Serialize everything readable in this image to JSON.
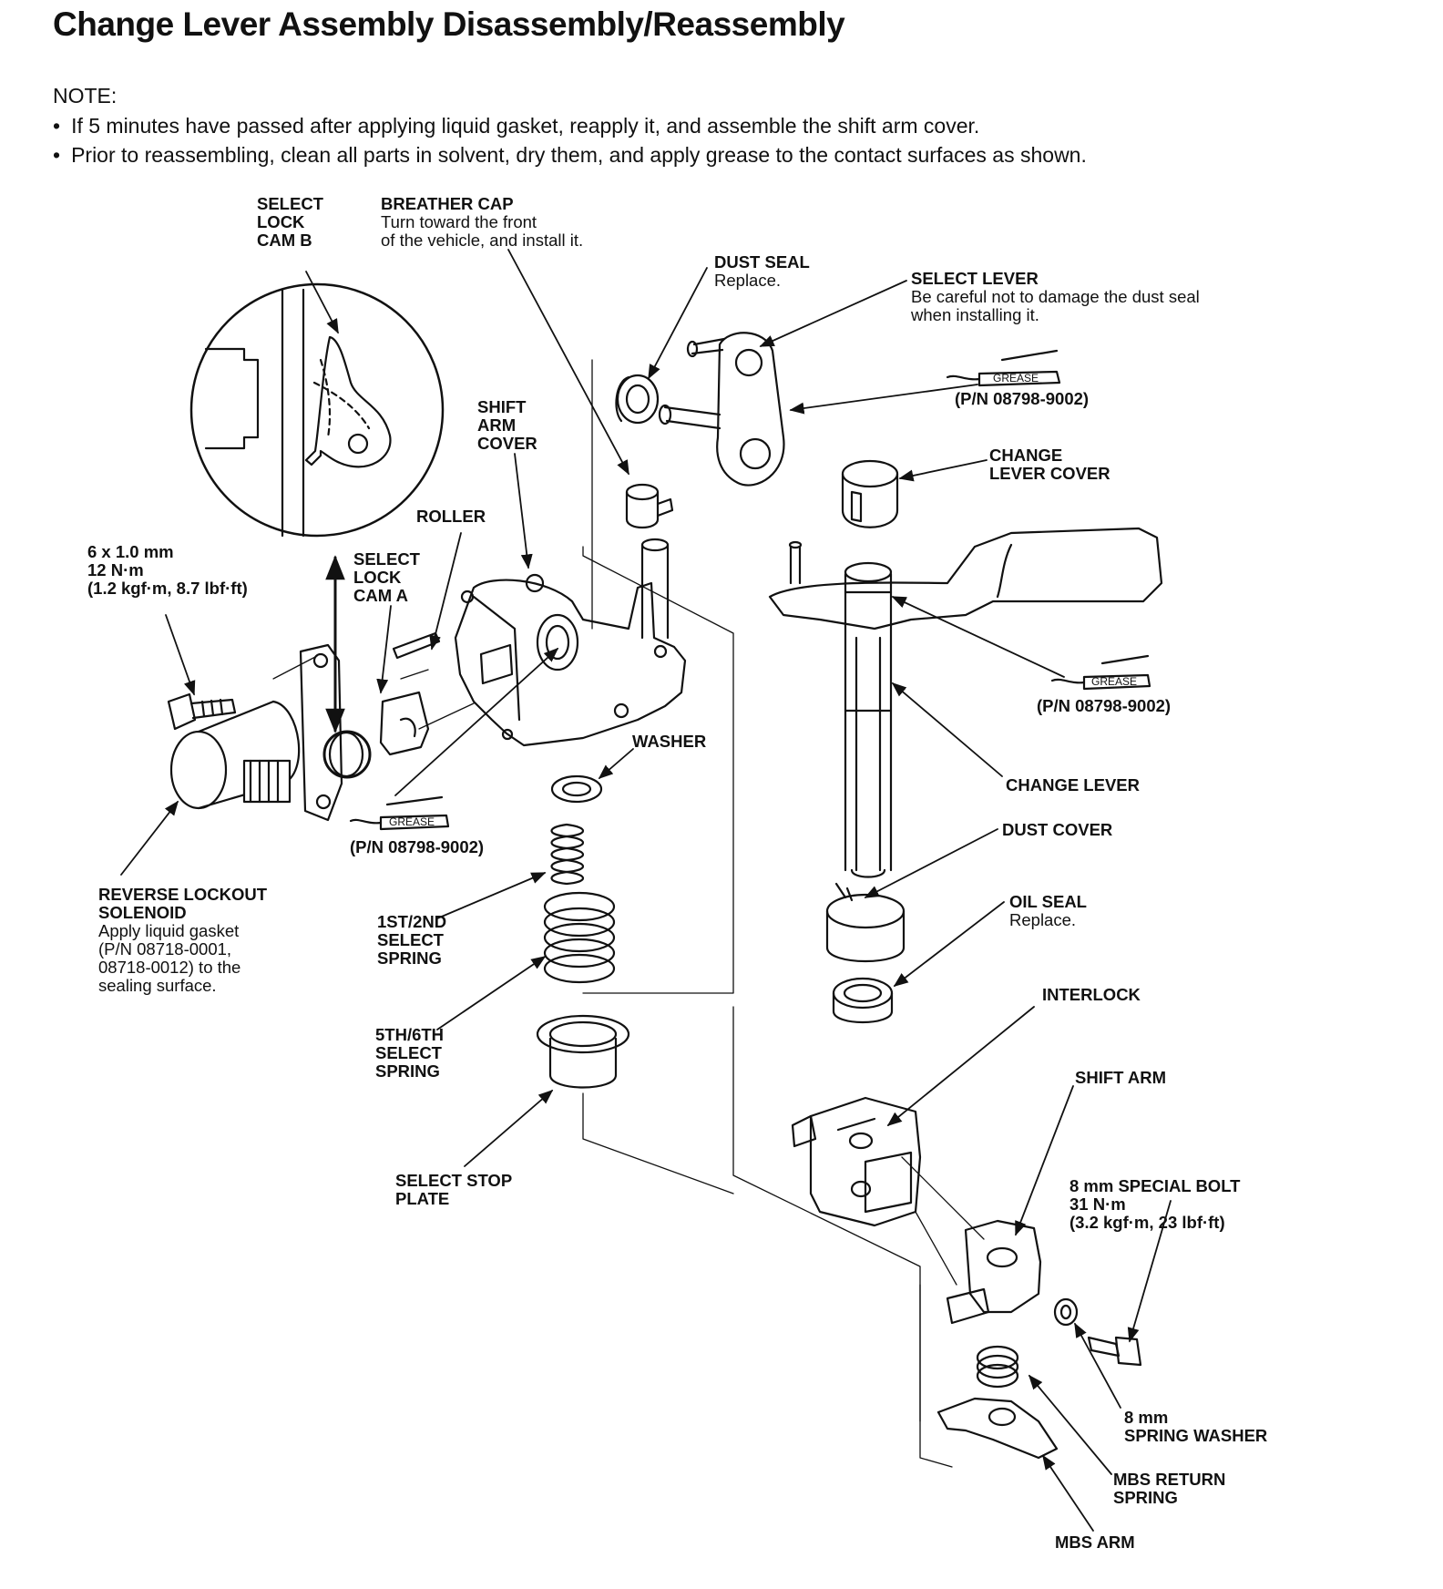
{
  "title": "Change Lever Assembly Disassembly/Reassembly",
  "note": {
    "label": "NOTE:",
    "items": [
      "If 5 minutes have passed after applying liquid gasket, reapply it, and assemble the shift arm cover.",
      "Prior to reassembling, clean all parts in solvent, dry them, and apply grease to the contact surfaces as shown."
    ]
  },
  "callouts": {
    "select_lock_cam_b": {
      "name": [
        "SELECT",
        "LOCK",
        "CAM B"
      ]
    },
    "breather_cap": {
      "name": "BREATHER CAP",
      "note": [
        "Turn toward the front",
        "of the vehicle, and install it."
      ]
    },
    "dust_seal": {
      "name": "DUST SEAL",
      "note": "Replace."
    },
    "select_lever": {
      "name": "SELECT LEVER",
      "note": [
        "Be careful not to damage the dust seal",
        "when installing it."
      ]
    },
    "shift_arm_cover": {
      "name": [
        "SHIFT",
        "ARM",
        "COVER"
      ]
    },
    "change_lever_cover": {
      "name": [
        "CHANGE",
        "LEVER COVER"
      ]
    },
    "roller": {
      "name": "ROLLER"
    },
    "bolt_6mm": {
      "name": [
        "6 x 1.0 mm",
        "12 N·m",
        "(1.2 kgf·m, 8.7 lbf·ft)"
      ]
    },
    "select_lock_cam_a": {
      "name": [
        "SELECT",
        "LOCK",
        "CAM A"
      ]
    },
    "washer": {
      "name": "WASHER"
    },
    "change_lever": {
      "name": "CHANGE LEVER"
    },
    "dust_cover": {
      "name": "DUST COVER"
    },
    "oil_seal": {
      "name": "OIL SEAL",
      "note": "Replace."
    },
    "reverse_lockout_solenoid": {
      "name": [
        "REVERSE LOCKOUT",
        "SOLENOID"
      ],
      "note": [
        "Apply liquid gasket",
        "(P/N 08718-0001,",
        "08718-0012) to the",
        "sealing surface."
      ]
    },
    "select_spring_1_2": {
      "name": [
        "1ST/2ND",
        "SELECT",
        "SPRING"
      ]
    },
    "select_spring_5_6": {
      "name": [
        "5TH/6TH",
        "SELECT",
        "SPRING"
      ]
    },
    "interlock": {
      "name": "INTERLOCK"
    },
    "shift_arm": {
      "name": "SHIFT ARM"
    },
    "special_bolt_8mm": {
      "name": [
        "8 mm SPECIAL BOLT",
        "31 N·m",
        "(3.2 kgf·m, 23 lbf·ft)"
      ]
    },
    "select_stop_plate": {
      "name": [
        "SELECT STOP",
        "PLATE"
      ]
    },
    "spring_washer_8mm": {
      "name": [
        "8 mm",
        "SPRING WASHER"
      ]
    },
    "mbs_return_spring": {
      "name": [
        "MBS RETURN",
        "SPRING"
      ]
    },
    "mbs_arm": {
      "name": "MBS ARM"
    }
  },
  "grease": {
    "tag": "GREASE",
    "part_number": "(P/N 08798-9002)"
  }
}
